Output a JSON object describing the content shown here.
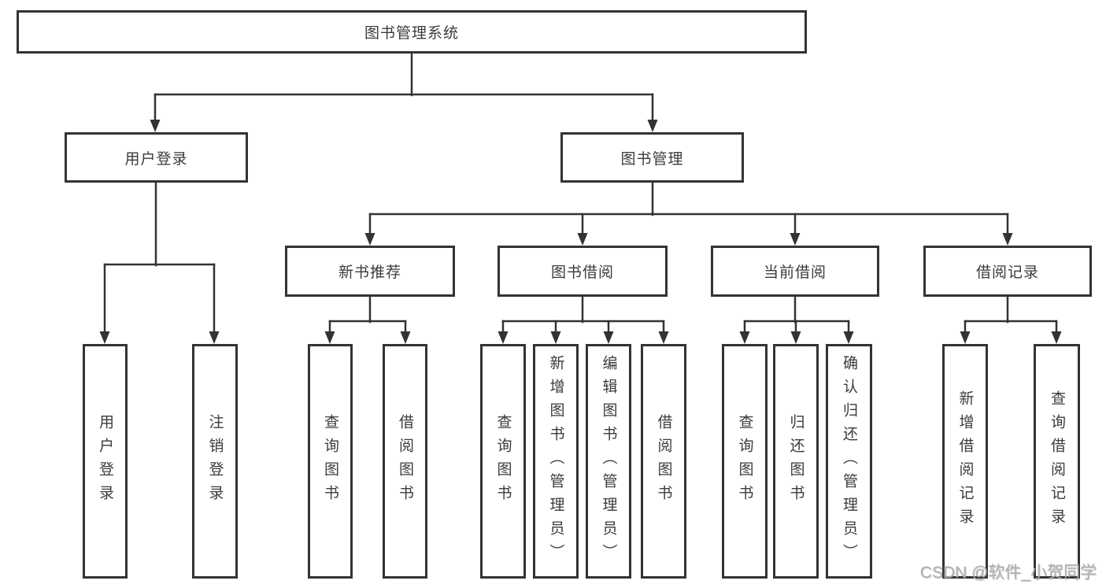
{
  "diagram": {
    "root": "图书管理系统",
    "level2": {
      "user_login": "用户登录",
      "book_mgmt": "图书管理"
    },
    "level3": {
      "new_book": "新书推荐",
      "book_borrow": "图书借阅",
      "current_borrow": "当前借阅",
      "borrow_record": "借阅记录"
    },
    "leaves": {
      "user_login": [
        "用户登录",
        "注销登录"
      ],
      "new_book": [
        "查询图书",
        "借阅图书"
      ],
      "book_borrow": [
        "查询图书",
        "新增图书（管理员）",
        "编辑图书（管理员）",
        "借阅图书"
      ],
      "current_borrow": [
        "查询图书",
        "归还图书",
        "确认归还（管理员）"
      ],
      "borrow_record": [
        "新增借阅记录",
        "查询借阅记录"
      ]
    }
  },
  "watermark": {
    "text": "CSDN @软件_小贺同学"
  },
  "colors": {
    "line": "#333333",
    "text": "#3b3b3b",
    "watermark": "#b0b0b0",
    "background": "#ffffff"
  }
}
